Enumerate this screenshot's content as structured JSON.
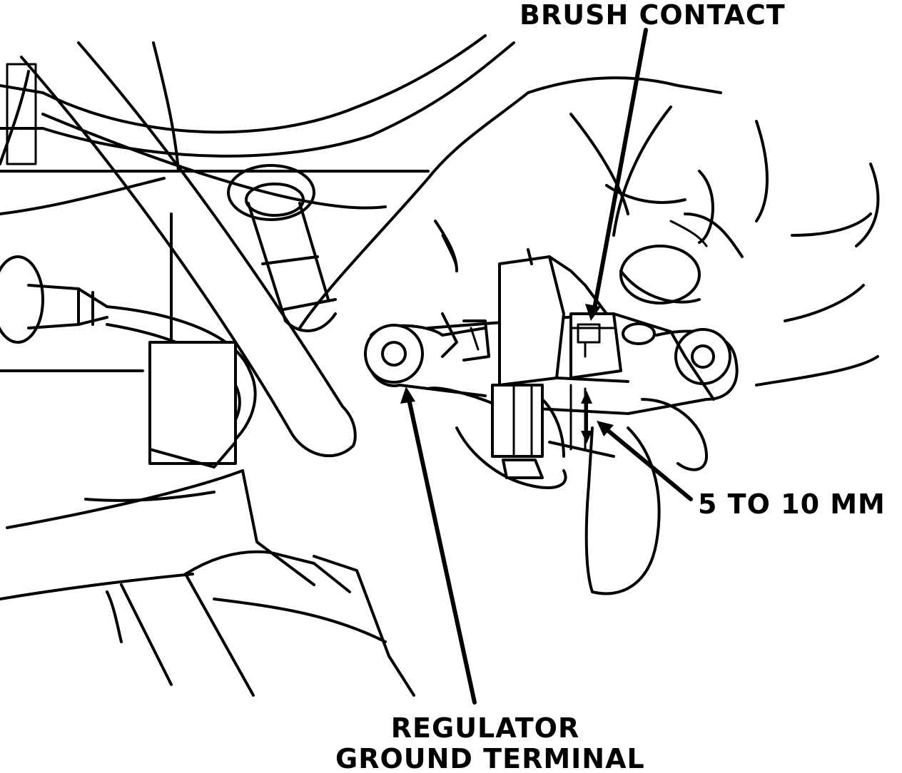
{
  "labels": {
    "brush_contact": "BRUSH CONTACT",
    "gap": "5 TO 10 MM",
    "ground_line1": "REGULATOR",
    "ground_line2": "GROUND TERMINAL"
  },
  "colors": {
    "ink": "#000000",
    "paper": "#ffffff"
  }
}
